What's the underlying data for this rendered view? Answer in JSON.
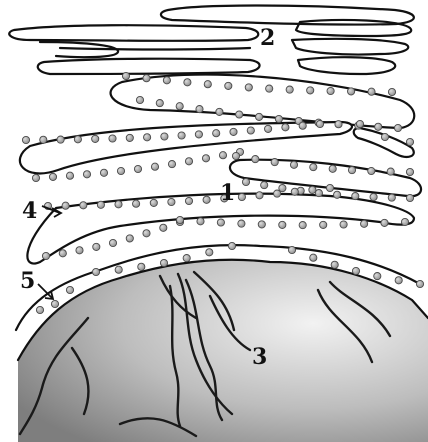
{
  "figure": {
    "labels": {
      "er": "1",
      "golgi": "2",
      "nucleus": "3",
      "ribosome": "4",
      "nuclear_envelope": "5"
    },
    "colors": {
      "membrane": "#111111",
      "ribosome": "#9a9a9a",
      "nucleus_light": "#e8e8e8",
      "nucleus_dark": "#8a8a8a",
      "chromatin": "#1a1a1a"
    }
  }
}
